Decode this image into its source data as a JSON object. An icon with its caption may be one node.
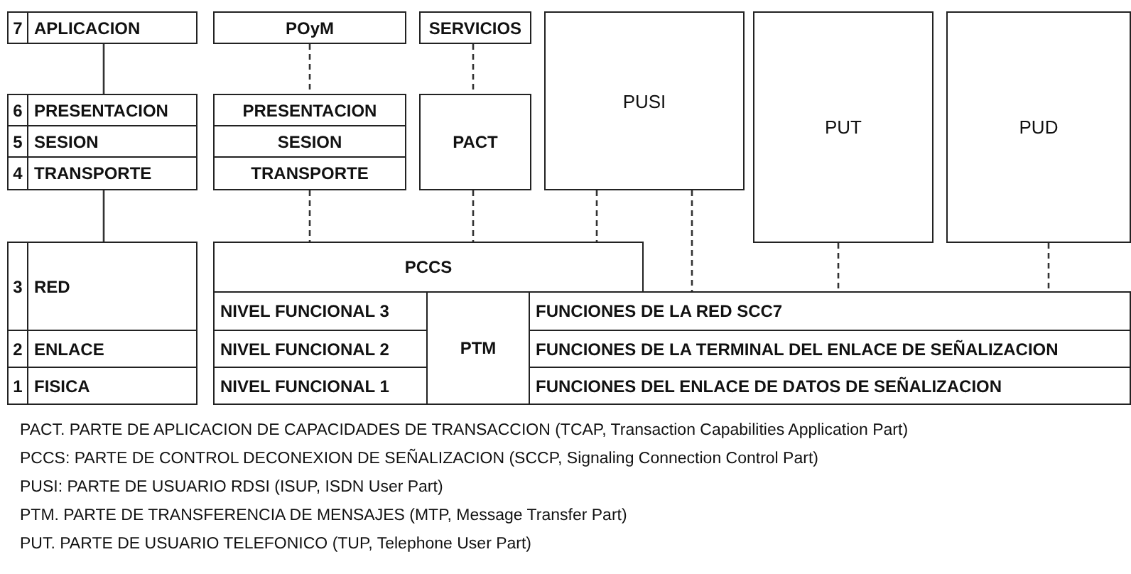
{
  "diagram": {
    "nodes": [
      {
        "text": [
          "7",
          "APLICACION"
        ]
      },
      {
        "text": [
          "POyM"
        ]
      },
      {
        "text": [
          "SERVICIOS"
        ]
      },
      {
        "text": [
          "PUSI"
        ]
      },
      {
        "text": [
          "PUT"
        ]
      },
      {
        "text": [
          "PUD"
        ]
      },
      {
        "text": [
          "6",
          "PRESENTACION"
        ]
      },
      {
        "text": [
          "5",
          "SESION"
        ]
      },
      {
        "text": [
          "4",
          "TRANSPORTE"
        ]
      },
      {
        "text": [
          "PRESENTACION"
        ]
      },
      {
        "text": [
          "SESION"
        ]
      },
      {
        "text": [
          "TRANSPORTE"
        ]
      },
      {
        "text": [
          "PACT"
        ]
      },
      {
        "text": [
          "3",
          "RED"
        ]
      },
      {
        "text": [
          "PCCS"
        ]
      },
      {
        "text": [
          "NIVEL FUNCIONAL 3"
        ]
      },
      {
        "text": [
          "PTM"
        ]
      },
      {
        "text": [
          "FUNCIONES DE LA RED SCC7"
        ]
      },
      {
        "text": [
          "2",
          "ENLACE"
        ]
      },
      {
        "text": [
          "NIVEL FUNCIONAL 2"
        ]
      },
      {
        "text": [
          "FUNCIONES DE LA TERMINAL DEL ENLACE DE SEÑALIZACION"
        ]
      },
      {
        "text": [
          "1",
          "FISICA"
        ]
      },
      {
        "text": [
          "NIVEL FUNCIONAL 1"
        ]
      },
      {
        "text": [
          "FUNCIONES DEL ENLACE DE DATOS DE SEÑALIZACION"
        ]
      }
    ],
    "edges": [
      {
        "from": 0,
        "to": 6,
        "arrow": "none"
      },
      {
        "from": 1,
        "to": 9,
        "arrow": "none",
        "style": "dashed"
      },
      {
        "from": 2,
        "to": 12,
        "arrow": "none",
        "style": "dashed"
      },
      {
        "from": 8,
        "to": 13,
        "arrow": "none"
      },
      {
        "from": 11,
        "to": 14,
        "arrow": "none",
        "style": "dashed"
      },
      {
        "from": 12,
        "to": 14,
        "arrow": "none",
        "style": "dashed"
      },
      {
        "from": 3,
        "to": 14,
        "arrow": "none",
        "style": "dashed"
      },
      {
        "from": 3,
        "to": 17,
        "arrow": "none",
        "style": "dashed"
      },
      {
        "from": 4,
        "to": 17,
        "arrow": "none",
        "style": "dashed"
      },
      {
        "from": 5,
        "to": 17,
        "arrow": "none",
        "style": "dashed"
      }
    ],
    "labels": [
      "PACT. PARTE DE APLICACION DE CAPACIDADES DE TRANSACCION (TCAP, Transaction Capabilities Application Part)",
      "PCCS: PARTE DE CONTROL DECONEXION DE SEÑALIZACION (SCCP, Signaling Connection Control Part)",
      "PUSI: PARTE DE USUARIO RDSI (ISUP, ISDN User Part)",
      "PTM. PARTE DE TRANSFERENCIA DE MENSAJES (MTP, Message Transfer Part)",
      "PUT. PARTE DE USUARIO TELEFONICO (TUP, Telephone User Part)"
    ]
  }
}
